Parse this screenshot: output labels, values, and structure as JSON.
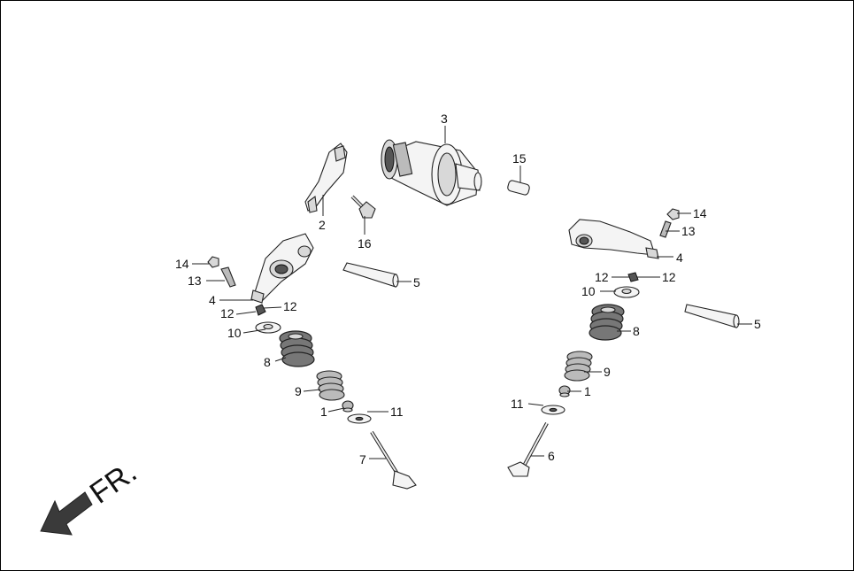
{
  "labels": {
    "l1a": "1",
    "l1b": "1",
    "l2": "2",
    "l3": "3",
    "l4a": "4",
    "l4b": "4",
    "l5a": "5",
    "l5b": "5",
    "l6": "6",
    "l7": "7",
    "l8a": "8",
    "l8b": "8",
    "l9a": "9",
    "l9b": "9",
    "l10a": "10",
    "l10b": "10",
    "l11a": "11",
    "l11b": "11",
    "l12a": "12",
    "l12b": "12",
    "l12c": "12",
    "l12d": "12",
    "l13a": "13",
    "l13b": "13",
    "l14a": "14",
    "l14b": "14",
    "l15": "15",
    "l16": "16"
  },
  "direction": {
    "text": "FR.",
    "icon": "front-direction-arrow-icon"
  }
}
